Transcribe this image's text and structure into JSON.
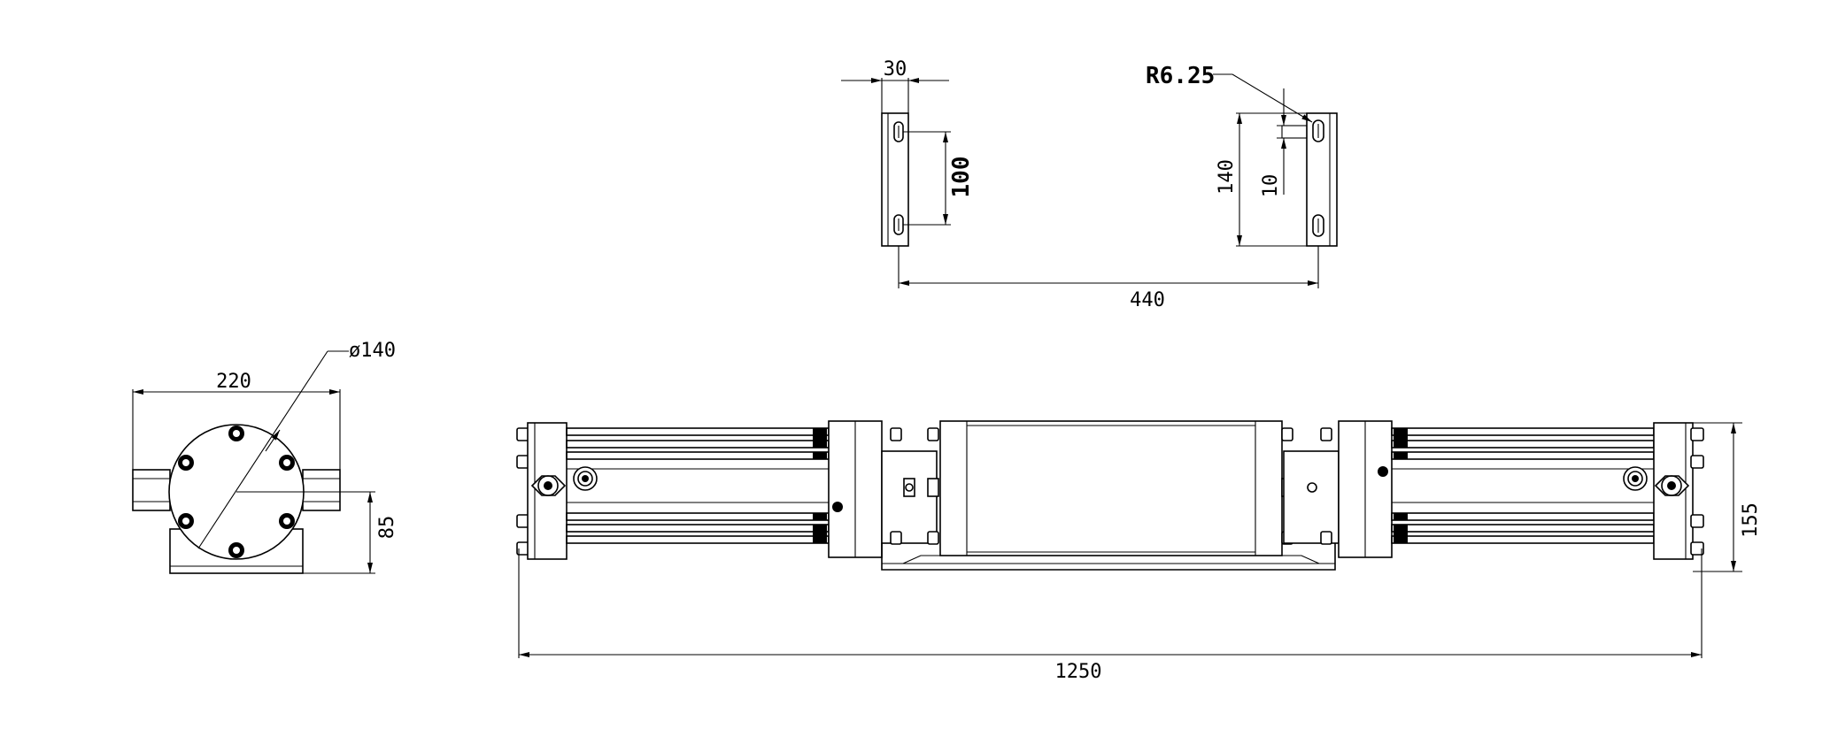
{
  "diagram": {
    "colors": {
      "line": "#000000",
      "background": "#ffffff"
    },
    "dimensions": {
      "bracket_thickness": "30",
      "slot_spacing": "100",
      "bracket_height": "140",
      "slot_offset": "10",
      "slot_radius": "R6.25",
      "bracket_spacing": "440",
      "end_width": "220",
      "cylinder_diameter": "ø140",
      "center_height": "85",
      "overall_height": "155",
      "overall_length": "1250"
    }
  }
}
